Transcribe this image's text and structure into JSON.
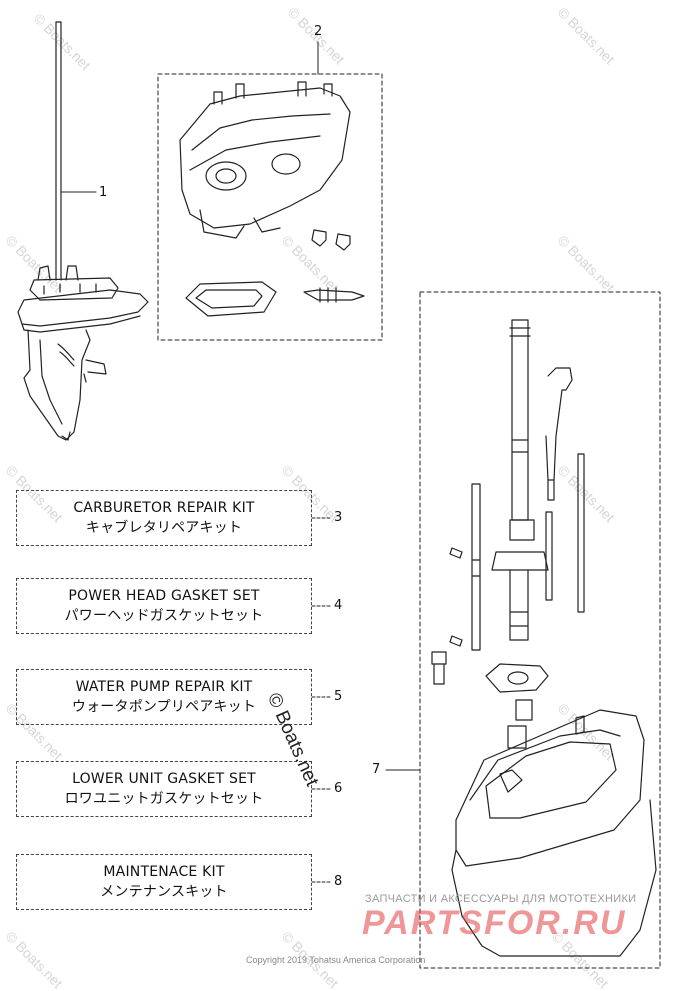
{
  "watermark": {
    "repeat_text": "© Boats.net",
    "main_text": "© Boats.net"
  },
  "callouts": [
    "1",
    "2",
    "3",
    "4",
    "5",
    "6",
    "7",
    "8"
  ],
  "kits": [
    {
      "en": "CARBURETOR REPAIR KIT",
      "jp": "キャブレタリペアキット"
    },
    {
      "en": "POWER HEAD GASKET SET",
      "jp": "パワーヘッドガスケットセット"
    },
    {
      "en": "WATER PUMP REPAIR KIT",
      "jp": "ウォータポンプリペアキット"
    },
    {
      "en": "LOWER UNIT GASKET SET",
      "jp": "ロワユニットガスケットセット"
    },
    {
      "en": "MAINTENACE KIT",
      "jp": "メンテナンスキット"
    }
  ],
  "branding": {
    "parts_tagline": "ЗАПЧАСТИ И АКСЕССУАРЫ ДЛЯ МОТОТЕХНИКИ",
    "parts_logo": "PARTSFOR.RU",
    "copyright": "Copyright 2019 Tohatsu America Corporation"
  }
}
